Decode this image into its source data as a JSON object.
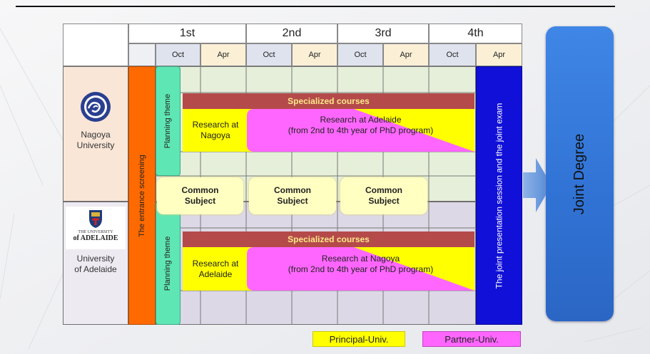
{
  "years": [
    "1st",
    "2nd",
    "3rd",
    "4th"
  ],
  "semesters": [
    "Oct",
    "Apr",
    "Oct",
    "Apr",
    "Oct",
    "Apr",
    "Oct",
    "Apr"
  ],
  "nagoya": {
    "name": "Nagoya University",
    "name_line1": "Nagoya",
    "name_line2": "University"
  },
  "adelaide": {
    "name": "University of Adelaide",
    "name_line1": "University",
    "name_line2": "of Adelaide",
    "logo_text_line1": "THE UNIVERSITY",
    "logo_text_line2": "of ADELAIDE"
  },
  "entrance_screening": "The entrance screening",
  "planning_theme": "Planning theme",
  "specialized_courses": "Specialized courses",
  "top_block": {
    "research_home_line1": "Research at",
    "research_home_line2": "Nagoya",
    "research_partner_line1": "Research at Adelaide",
    "research_partner_line2": "(from 2nd to 4th year of PhD program)"
  },
  "bottom_block": {
    "research_home_line1": "Research at",
    "research_home_line2": "Adelaide",
    "research_partner_line1": "Research at Nagoya",
    "research_partner_line2": "(from 2nd to 4th year of PhD program)"
  },
  "common_subject": {
    "line1": "Common",
    "line2": "Subject"
  },
  "joint_presentation": "The joint presentation session and the joint exam",
  "joint_degree": "Joint Degree",
  "legend": {
    "principal": "Principal-Univ.",
    "partner": "Partner-Univ."
  },
  "colors": {
    "principal": "#ffff00",
    "partner": "#ff66ff",
    "specialized": "#b54a4a",
    "entrance": "#ff6a00",
    "planning": "#5ee6b4",
    "joint_bar": "#1010d8",
    "joint_degree": "#3a7ee0"
  }
}
